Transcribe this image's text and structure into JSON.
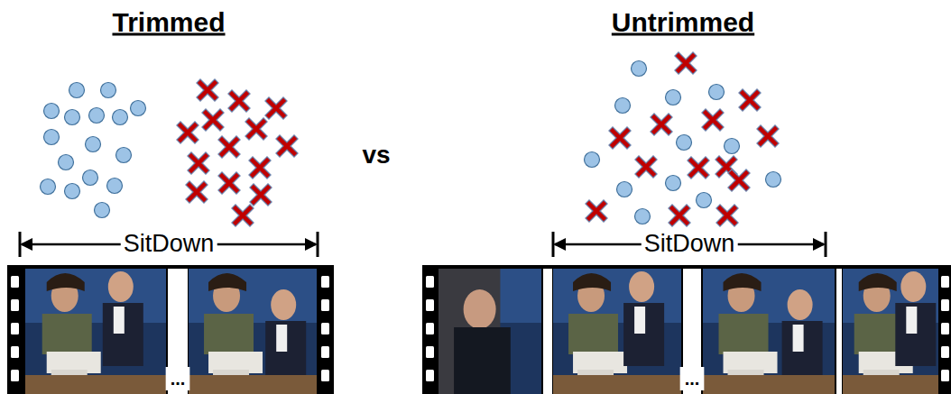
{
  "diagram": {
    "labels": [
      "Trimmed",
      "Untrimmed",
      "vs",
      "SitDown",
      "SitDown",
      "...",
      "..."
    ]
  }
}
